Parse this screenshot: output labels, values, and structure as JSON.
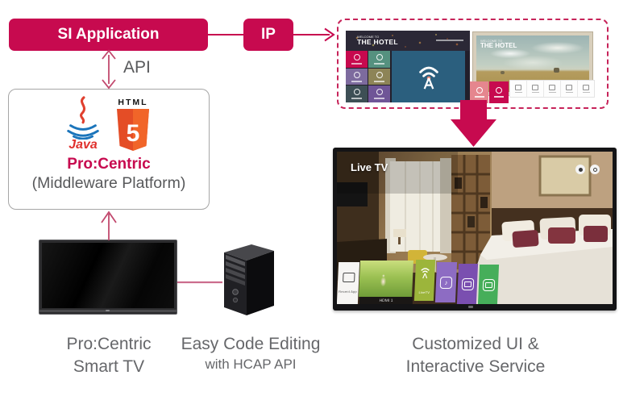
{
  "colors": {
    "crimson": "#c70a4f",
    "pink_connector": "#cb6d8d",
    "arrow_pink": "#c2496e",
    "caption_gray": "#66676a",
    "java_red": "#e0402f",
    "java_blue": "#1b75bb",
    "html5_orange": "#e44d26",
    "blue_tile": "#2b5f7e",
    "launcher_olive": "#9cb53b",
    "launcher_purple": "#8d6cc3",
    "launcher_purple_dark": "#7a4fb0",
    "launcher_green": "#46ae5a"
  },
  "nodes": {
    "si_application": "SI Application",
    "ip": "IP",
    "api_label": "API",
    "middleware": {
      "java_text": "Java",
      "html_text": "HTML",
      "five": "5",
      "title": "Pro:Centric",
      "subtitle": "(Middleware Platform)"
    }
  },
  "screens": {
    "menu_screen": {
      "welcome": "WELCOME TO",
      "title": "THE HOTEL"
    },
    "art_screen": {
      "welcome": "WELCOME TO",
      "title": "THE HOTEL"
    },
    "live_tv": {
      "overlay_label": "Live TV",
      "recent_label": "Recent App",
      "input_label": "HDMI 1",
      "livetv_label": "LiveTV"
    }
  },
  "captions": {
    "smart_tv_line1": "Pro:Centric",
    "smart_tv_line2": "Smart TV",
    "code_line1": "Easy Code Editing",
    "code_line2": "with HCAP API",
    "custom_line1": "Customized UI &",
    "custom_line2": "Interactive Service"
  }
}
